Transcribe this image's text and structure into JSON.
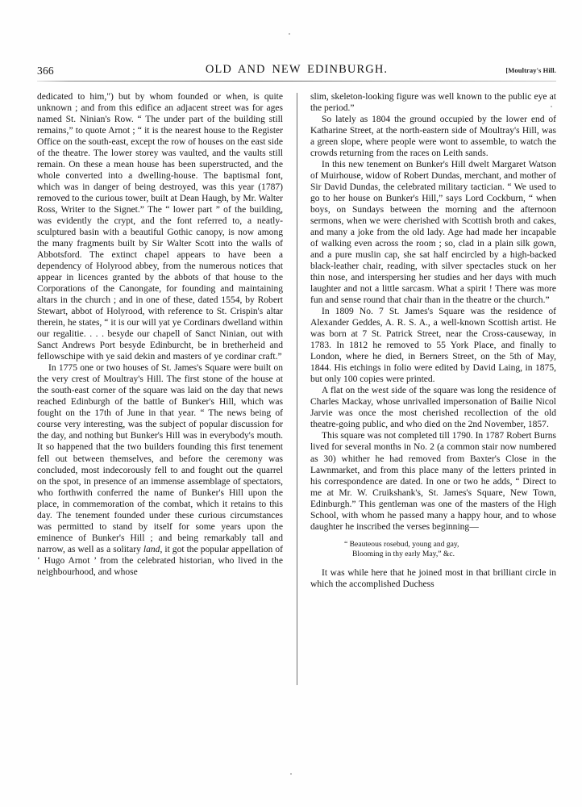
{
  "page": {
    "folio": "366",
    "running_title": "OLD AND NEW EDINBURGH.",
    "folio_note": "[Moultray's Hill."
  },
  "left_column": {
    "paragraphs": [
      {
        "indent": false,
        "text": "dedicated to him,\") but by whom founded or when, is quite unknown ; and from this edifice an adjacent street was for ages named St. Ninian's Row. “ The under part of the building still remains,” to quote Arnot ; “ it is the nearest house to the Register Office on the south-east, except the row of houses on the east side of the theatre. The lower storey was vaulted, and the vaults still remain. On these a mean house has been superstructed, and the whole converted into a dwelling-house. The baptismal font, which was in danger of being destroyed, was this year (1787) removed to the curious tower, built at Dean Haugh, by Mr. Walter Ross, Writer to the Signet.” The “ lower part ” of the building, was evidently the crypt, and the font referred to, a neatly-sculptured basin with a beautiful Gothic canopy, is now among the many fragments built by Sir Walter Scott into the walls of Abbotsford. The extinct chapel appears to have been a dependency of Holyrood abbey, from the numerous notices that appear in licences granted by the abbots of that house to the Corporations of the Canongate, for founding and maintaining altars in the church ; and in one of these, dated 1554, by Robert Stewart, abbot of Holyrood, with reference to St. Crispin's altar therein, he states, “ it is our will yat ye Cordinars dwelland within our regalitie.   .   .   . besyde our chapell of Sanct Ninian, out with Sanct Andrews Port besyde Edinburcht, be in bretherheid and fellowschipe with ye said dekin and masters of ye cordinar craft.”"
      },
      {
        "indent": true,
        "text": "In 1775 one or two houses of St. James's Square were built on the very crest of Moultray's Hill. The first stone of the house at the south-east corner of the square was laid on the day that news reached Edinburgh of the battle of Bunker's Hill, which was fought on the 17th of June in that year. “ The news being of course very interesting, was the subject of popular discussion for the day, and nothing but Bunker's Hill was in everybody's mouth. It so happened that the two builders founding this first tenement fell out between themselves, and before the ceremony was concluded, most indecorously fell to and fought out the quarrel on the spot, in presence of an immense assemblage of spectators, who forthwith conferred the name of Bunker's Hill upon the place, in commemoration of the combat, which it retains to this day. The tenement founded under these curious circumstances was permitted to stand by itself for some years upon the eminence of Bunker's Hill ; and being remarkably tall and narrow, as well as a solitary "
      }
    ],
    "italic_word": "land",
    "paragraph_tail": ", it got the popular appellation of ‘ Hugo Arnot ’ from the celebrated historian, who lived in the neighbourhood, and whose"
  },
  "right_column": {
    "paragraphs": [
      {
        "indent": false,
        "text": "slim, skeleton-looking figure was well known to the public eye at the period.”"
      },
      {
        "indent": true,
        "text": "So lately as 1804 the ground occupied by the lower end of Katharine Street, at the north-eastern side of Moultray's Hill, was a green slope, where people were wont to assemble, to watch the crowds returning from the races on Leith sands."
      },
      {
        "indent": true,
        "text": "In this new tenement on Bunker's Hill dwelt Margaret Watson of Muirhouse, widow of Robert Dundas, merchant, and mother of Sir David Dundas, the celebrated military tactician. “ We used to go to her house on Bunker's Hill,” says Lord Cockburn, “ when boys, on Sundays between the morning and the afternoon sermons, when we were cherished with Scottish broth and cakes, and many a joke from the old lady. Age had made her incapable of walking even across the room ; so, clad in a plain silk gown, and a pure muslin cap, she sat half encircled by a high-backed black-leather chair, reading, with silver spectacles stuck on her thin nose, and interspersing her studies and her days with much laughter and not a little sarcasm. What a spirit ! There was more fun and sense round that chair than in the theatre or the church.”"
      },
      {
        "indent": true,
        "text": "In 1809 No. 7 St. James's Square was the residence of Alexander Geddes, A. R. S. A., a well-known Scottish artist. He was born at 7 St. Patrick Street, near the Cross-causeway, in 1783. In 1812 he removed to 55 York Place, and finally to London, where he died, in Berners Street, on the 5th of May, 1844. His etchings in folio were edited by David Laing, in 1875, but only 100 copies were printed."
      },
      {
        "indent": true,
        "text": "A flat on the west side of the square was long the residence of Charles Mackay, whose unrivalled impersonation of Bailie Nicol Jarvie was once the most cherished recollection of the old theatre-going public, and who died on the 2nd November, 1857."
      },
      {
        "indent": true,
        "text": "This square was not completed till 1790. In 1787 Robert Burns lived for several months in No. 2 (a common stair now numbered as 30) whither he had removed from Baxter's Close in the Lawnmarket, and from this place many of the letters printed in his correspondence are dated. In one or two he adds, “ Direct to me at Mr. W. Cruikshank's, St. James's Square, New Town, Edinburgh.” This gentleman was one of the masters of the High School, with whom he passed many a happy hour, and to whose daughter he inscribed the verses beginning—"
      }
    ],
    "verse": {
      "line1": "“ Beauteous rosebud, young and gay,",
      "line2": "Blooming in thy early May,” &c."
    },
    "closing_paragraph": {
      "indent": true,
      "text": "It was while here that he joined most in that brilliant circle in which the accomplished Duchess"
    }
  }
}
